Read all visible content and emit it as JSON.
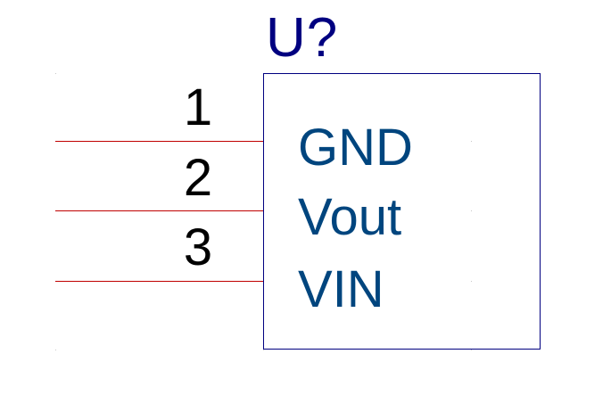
{
  "component": {
    "reference": "U?",
    "pins": [
      {
        "number": "1",
        "name": "GND"
      },
      {
        "number": "2",
        "name": "Vout"
      },
      {
        "number": "3",
        "name": "VIN"
      }
    ]
  },
  "colors": {
    "reference": "#000080",
    "pin_name": "#00457e",
    "pin_number": "#000000",
    "pin_line": "#c00000",
    "body_outline": "#000080",
    "grid_dot": "#c8c8c8"
  }
}
